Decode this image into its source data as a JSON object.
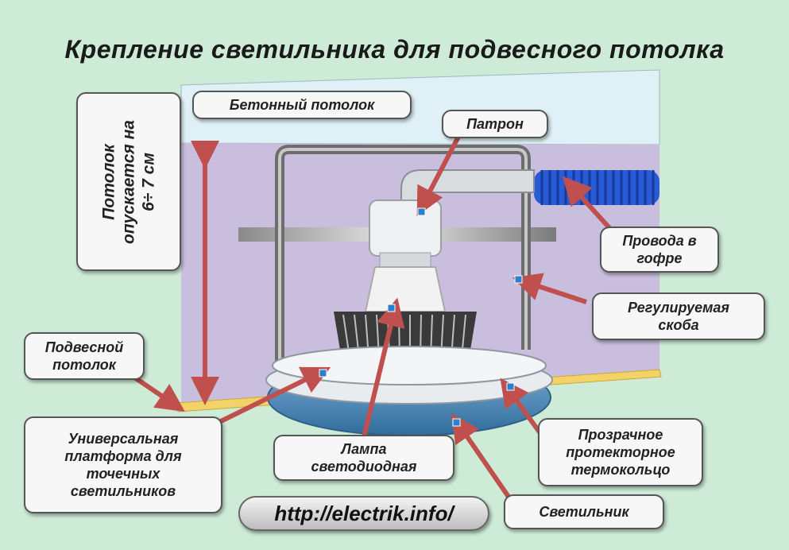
{
  "title": "Крепление светильника для подвесного потолка",
  "labels": {
    "concrete_ceiling": "Бетонный потолок",
    "socket": "Патрон",
    "ceiling_lowered_line1": "Потолок",
    "ceiling_lowered_line2": "опускается на",
    "ceiling_lowered_line3": "6÷ 7 см",
    "wires_line1": "Провода в",
    "wires_line2": "гофре",
    "bracket_line1": "Регулируемая",
    "bracket_line2": "скоба",
    "suspended_ceiling_line1": "Подвесной",
    "suspended_ceiling_line2": "потолок",
    "platform_line1": "Универсальная",
    "platform_line2": "платформа для",
    "platform_line3": "точечных",
    "platform_line4": "светильников",
    "lamp_line1": "Лампа",
    "lamp_line2": "светодиодная",
    "thermo_ring_line1": "Прозрачное",
    "thermo_ring_line2": "протекторное",
    "thermo_ring_line3": "термокольцо",
    "fixture": "Светильник"
  },
  "url": "http://electrik.info/",
  "colors": {
    "background": "#cdebd6",
    "arrow": "#c0504d",
    "concrete": "#dff1f6",
    "wall": "#c9bedd",
    "ceiling_panel": "#f3d267",
    "fixture_ring": "#4b87b4",
    "wire_hose": "#2a5bd7"
  }
}
